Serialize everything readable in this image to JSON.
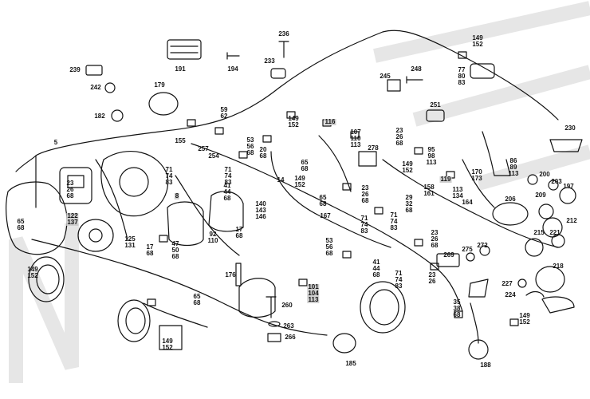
{
  "watermark": {
    "text": "NICHOLLS"
  },
  "parts": {
    "p5": "5",
    "p65a": "65\n68",
    "p23a": "23\n26\n68",
    "p122": "122\n137",
    "p149a": "149\n152",
    "p125": "125\n131",
    "p17a": "17\n68",
    "p47": "47\n50\n68",
    "p8": "8",
    "p92": "92\n110",
    "p17b": "17\n68",
    "p41a": "41\n44\n68",
    "p140": "140\n143\n146",
    "p71a": "71\n74\n83",
    "p71b": "71\n74\n83",
    "p257": "257",
    "p254": "254",
    "p155": "155",
    "p53a": "53\n56\n68",
    "p20": "20\n68",
    "p59": "59\n62",
    "p179": "179",
    "p182": "182",
    "p239": "239",
    "p242": "242",
    "p191": "191",
    "p194": "194",
    "p236": "236",
    "p233": "233",
    "p149b": "149\n152",
    "p116": "116",
    "p107": "107\n110\n113",
    "p278": "278",
    "p65b": "65\n68",
    "p149c": "149\n152",
    "p14": "14",
    "p65c": "65\n68",
    "p167": "167",
    "p23b": "23\n26\n68",
    "p71c": "71\n74\n83",
    "p71d": "71\n74\n83",
    "p23c": "23\n26\n68",
    "p95": "95\n98\n113",
    "p149d": "149\n152",
    "p119": "119",
    "p158": "158\n161",
    "p29": "29\n32\n68",
    "p113": "113\n134",
    "p164": "164",
    "p170": "170\n173",
    "p86": "86\n89\n113",
    "p230": "230",
    "p245": "245",
    "p248": "248",
    "p251": "251",
    "p77": "77\n80\n83",
    "p149e": "149\n152",
    "p200": "200",
    "p203": "203",
    "p209": "209",
    "p197": "197",
    "p206": "206",
    "p212": "212",
    "p215": "215",
    "p221": "221",
    "p23d": "23\n26\n68",
    "p272": "272",
    "p275": "275",
    "p269": "269",
    "p218": "218",
    "p227": "227",
    "p224": "224",
    "p23e": "23\n26",
    "p35": "35\n38\n68",
    "p149f": "149\n152",
    "p188": "188",
    "p53b": "53\n56\n68",
    "p41b": "41\n44\n68",
    "p71e": "71\n74\n83",
    "p101": "101\n104\n113",
    "p176": "176",
    "p260": "260",
    "p263": "263",
    "p266": "266",
    "p65d": "65\n68",
    "p149g": "149\n152",
    "p185": "185"
  }
}
